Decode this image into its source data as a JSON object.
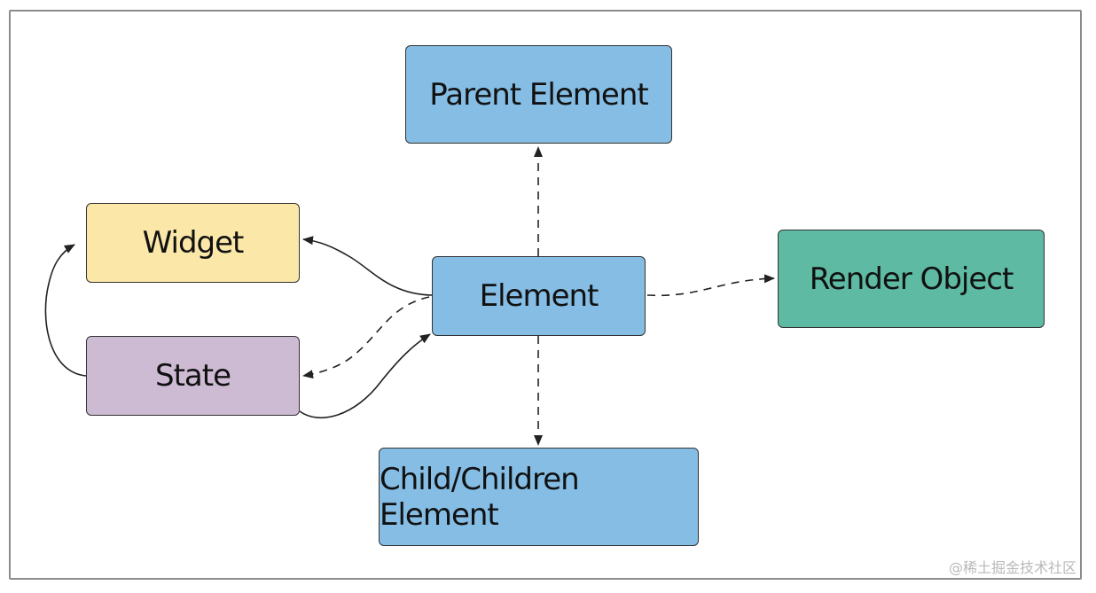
{
  "colors": {
    "element_blue": "#85bde4",
    "widget_yellow": "#fbe8a9",
    "state_purple": "#cdbbd3",
    "render_green": "#5ebaa2",
    "stroke": "#222222"
  },
  "nodes": {
    "parent": {
      "label": "Parent Element"
    },
    "element": {
      "label": "Element"
    },
    "child": {
      "label": "Child/Children Element"
    },
    "widget": {
      "label": "Widget"
    },
    "state": {
      "label": "State"
    },
    "render": {
      "label": "Render Object"
    }
  },
  "edges": [
    {
      "from": "element",
      "to": "parent",
      "style": "dashed"
    },
    {
      "from": "element",
      "to": "child",
      "style": "dashed"
    },
    {
      "from": "element",
      "to": "render",
      "style": "dashed"
    },
    {
      "from": "element",
      "to": "widget",
      "style": "solid"
    },
    {
      "from": "element",
      "to": "state",
      "style": "dashed"
    },
    {
      "from": "state",
      "to": "element",
      "style": "solid"
    },
    {
      "from": "state",
      "to": "widget",
      "style": "solid"
    }
  ],
  "watermark": "@稀土掘金技术社区"
}
